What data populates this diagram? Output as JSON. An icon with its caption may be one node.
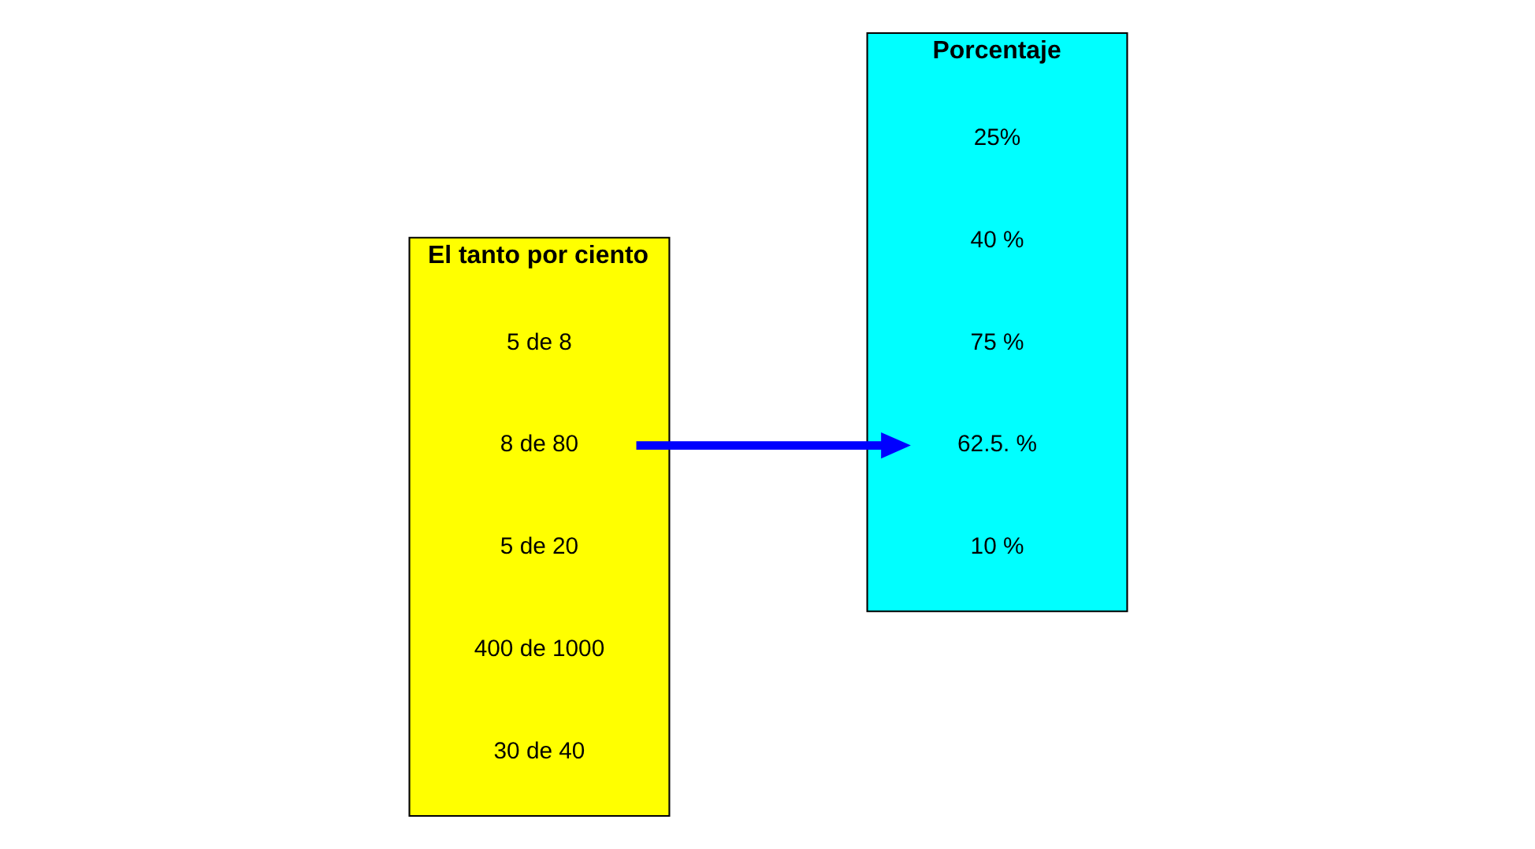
{
  "diagram": {
    "nodes": [
      {
        "text": [
          "El tanto por ciento"
        ]
      },
      {
        "text": [
          "5 de 8"
        ],
        "in": 0
      },
      {
        "text": [
          "8 de 80"
        ],
        "in": 0
      },
      {
        "text": [
          "5 de 20"
        ],
        "in": 0
      },
      {
        "text": [
          "400 de 1000"
        ],
        "in": 0
      },
      {
        "text": [
          "30 de 40"
        ],
        "in": 0
      },
      {
        "text": [
          "Porcentaje"
        ]
      },
      {
        "text": [
          "25%"
        ],
        "in": 6
      },
      {
        "text": [
          "40 %"
        ],
        "in": 6
      },
      {
        "text": [
          "75 %"
        ],
        "in": 6
      },
      {
        "text": [
          "62.5. %"
        ],
        "in": 6
      },
      {
        "text": [
          "10 %"
        ],
        "in": 6
      }
    ],
    "edges": [
      {
        "from": 2,
        "to": 10,
        "arrow": "to",
        "color": "#0000ff"
      }
    ]
  }
}
